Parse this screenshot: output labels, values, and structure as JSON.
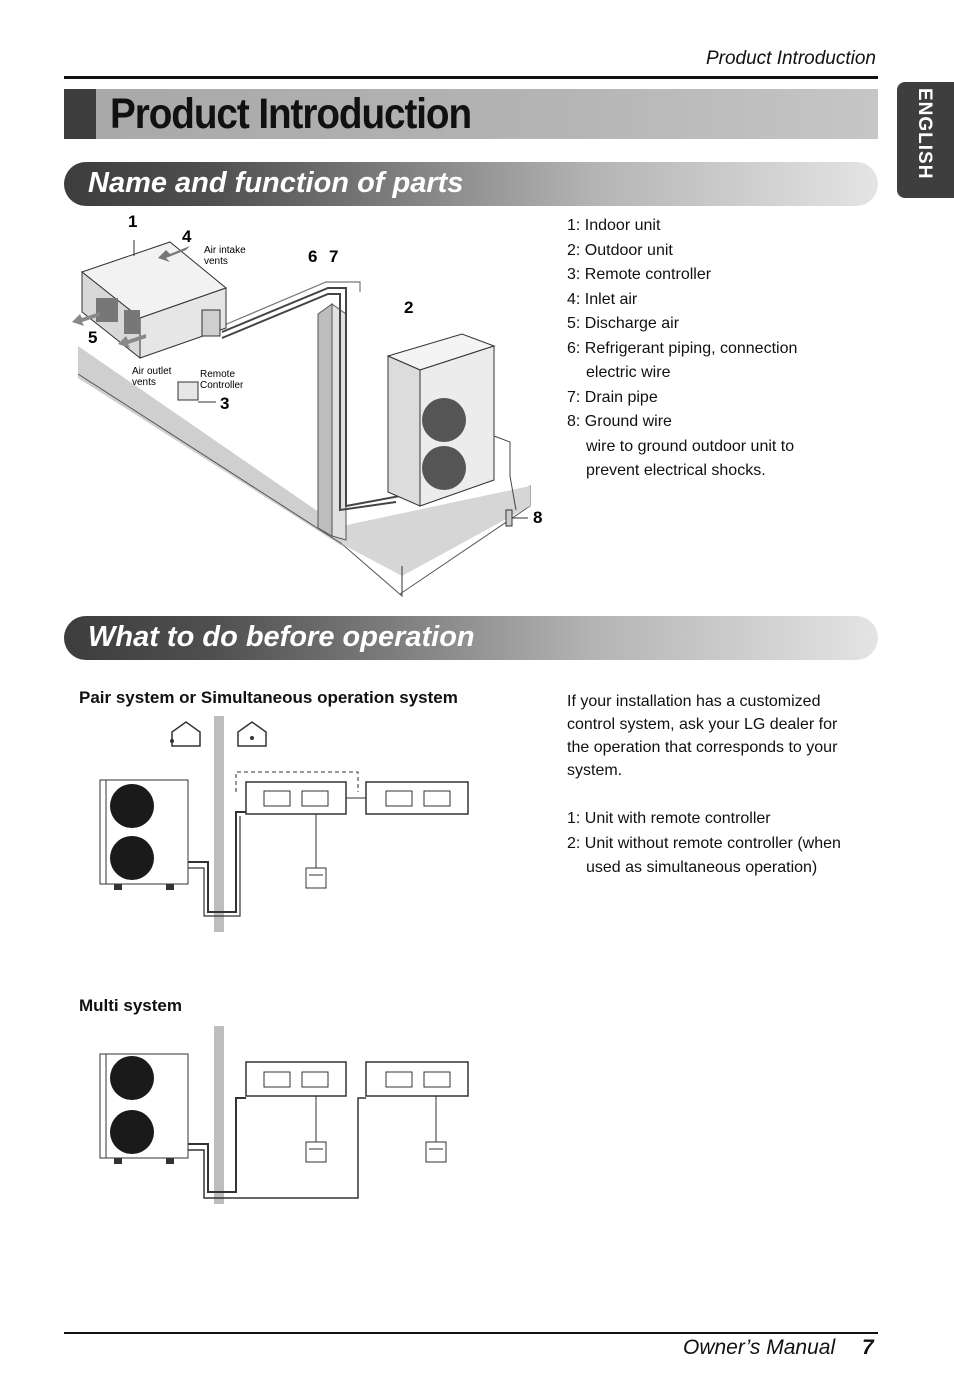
{
  "header": {
    "running_title": "Product Introduction"
  },
  "page_title": "Product Introduction",
  "language_tab": "ENGLISH",
  "sections": {
    "parts": {
      "title": "Name and function of parts",
      "diagram": {
        "callouts": [
          "1",
          "2",
          "3",
          "4",
          "5",
          "6",
          "7",
          "8"
        ],
        "labels": {
          "air_intake": [
            "Air intake",
            "vents"
          ],
          "air_outlet": [
            "Air outlet",
            "vents"
          ],
          "remote": [
            "Remote",
            "Controller"
          ]
        }
      },
      "items": [
        {
          "line": "1: Indoor unit"
        },
        {
          "line": "2: Outdoor unit"
        },
        {
          "line": "3: Remote controller"
        },
        {
          "line": "4: Inlet air"
        },
        {
          "line": "5: Discharge air"
        },
        {
          "line": "6: Refrigerant piping, connection",
          "cont": [
            "electric wire"
          ]
        },
        {
          "line": "7: Drain pipe"
        },
        {
          "line": "8: Ground wire",
          "cont": [
            "wire to ground outdoor unit to",
            "prevent electrical shocks."
          ]
        }
      ]
    },
    "operation": {
      "title": "What to do before operation",
      "pair_heading": "Pair system or Simultaneous operation system",
      "multi_heading": "Multi system",
      "description": [
        "If your installation has a customized",
        "control system, ask your LG dealer for",
        "the operation that corresponds to your",
        "system."
      ],
      "items": [
        {
          "line": "1: Unit with remote controller"
        },
        {
          "line": "2: Unit without remote controller (when",
          "cont": [
            "used as simultaneous operation)"
          ]
        }
      ]
    }
  },
  "footer": {
    "manual": "Owner’s Manual",
    "page": "7"
  }
}
